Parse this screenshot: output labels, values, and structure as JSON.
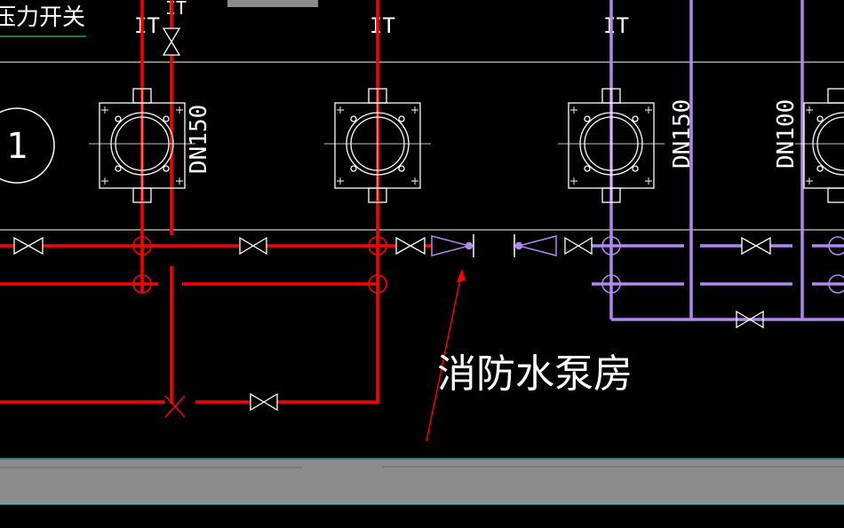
{
  "texts": {
    "top_left_label": "压力开关",
    "pump_room": "消防水泵房",
    "circle_mark": "1",
    "dn_pump1": "DN150",
    "dn_pump3": "DN150",
    "dn_right": "DN100",
    "pipe_tag": "IT"
  },
  "colors": {
    "background": "#000000",
    "red_pipe": "#ff0000",
    "purple_pipe": "#b088f0",
    "white_line": "#ffffff",
    "cyan_line": "#40d0d0",
    "gray_band": "#8c8c8c"
  },
  "icons": [
    "gate-valve-icon",
    "check-valve-icon",
    "pump-icon",
    "pipe-cross-icon"
  ]
}
